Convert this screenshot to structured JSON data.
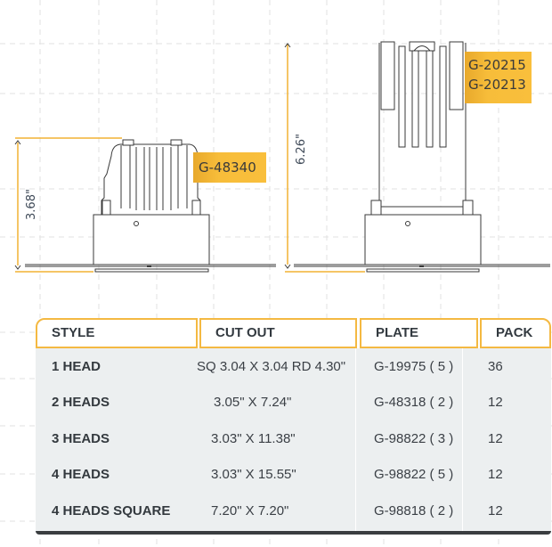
{
  "drawings": {
    "single_fixture": {
      "height_dimension": "3.68\"",
      "part_tags": [
        "G-48340"
      ]
    },
    "extended_fixture": {
      "height_dimension": "6.26\"",
      "part_tags": [
        "G-20215",
        "G-20213"
      ]
    }
  },
  "table": {
    "headers": [
      "STYLE",
      "CUT OUT",
      "PLATE",
      "PACK"
    ],
    "rows": [
      {
        "style": "1 HEAD",
        "cut_out": "SQ 3.04 X 3.04 RD 4.30\"",
        "plate": "G-19975 ( 5 )",
        "pack": "36"
      },
      {
        "style": "2 HEADS",
        "cut_out": "3.05\" X 7.24\"",
        "plate": "G-48318 ( 2 )",
        "pack": "12"
      },
      {
        "style": "3 HEADS",
        "cut_out": "3.03\" X 11.38\"",
        "plate": "G-98822 ( 3 )",
        "pack": "12"
      },
      {
        "style": "4 HEADS",
        "cut_out": "3.03\" X 15.55\"",
        "plate": "G-98822 ( 5 )",
        "pack": "12"
      },
      {
        "style": "4 HEADS SQUARE",
        "cut_out": "7.20\" X 7.20\"",
        "plate": "G-98818 ( 2 )",
        "pack": "12"
      }
    ]
  },
  "colors": {
    "accent": "#f4b942",
    "table_bg": "#eceff0",
    "table_footer": "#3a3d40",
    "dimension_line": "#f2b233",
    "grid": "#dcdcdc"
  }
}
